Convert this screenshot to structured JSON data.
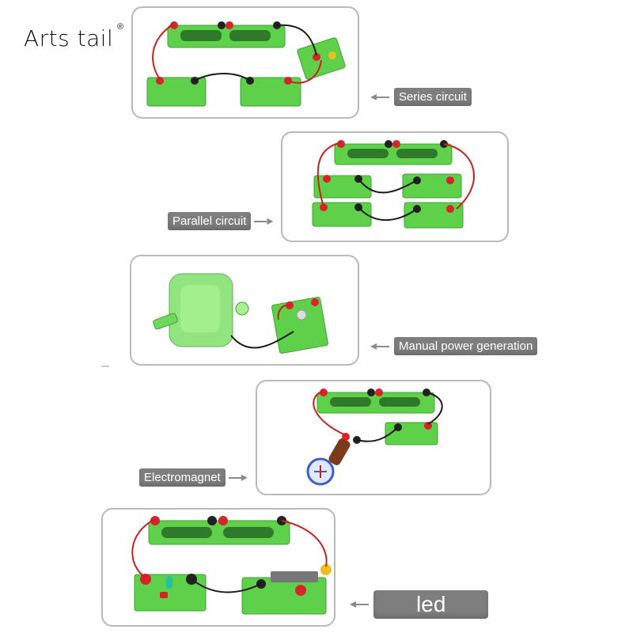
{
  "brand": {
    "name": "Arts tail",
    "mark": "®"
  },
  "labels": {
    "series": "Series circuit",
    "parallel": "Parallel circuit",
    "manual": "Manual power generation",
    "electromagnet": "Electromagnet",
    "led": "led"
  },
  "colors": {
    "board": "#5ed04a",
    "board_dark": "#3fa335",
    "terminal_red": "#d8232a",
    "terminal_black": "#222222",
    "wire_red": "#cc1f1f",
    "wire_black": "#1a1a1a",
    "label_bg": "#7e7e7e",
    "panel_border": "#b9b9b9"
  }
}
